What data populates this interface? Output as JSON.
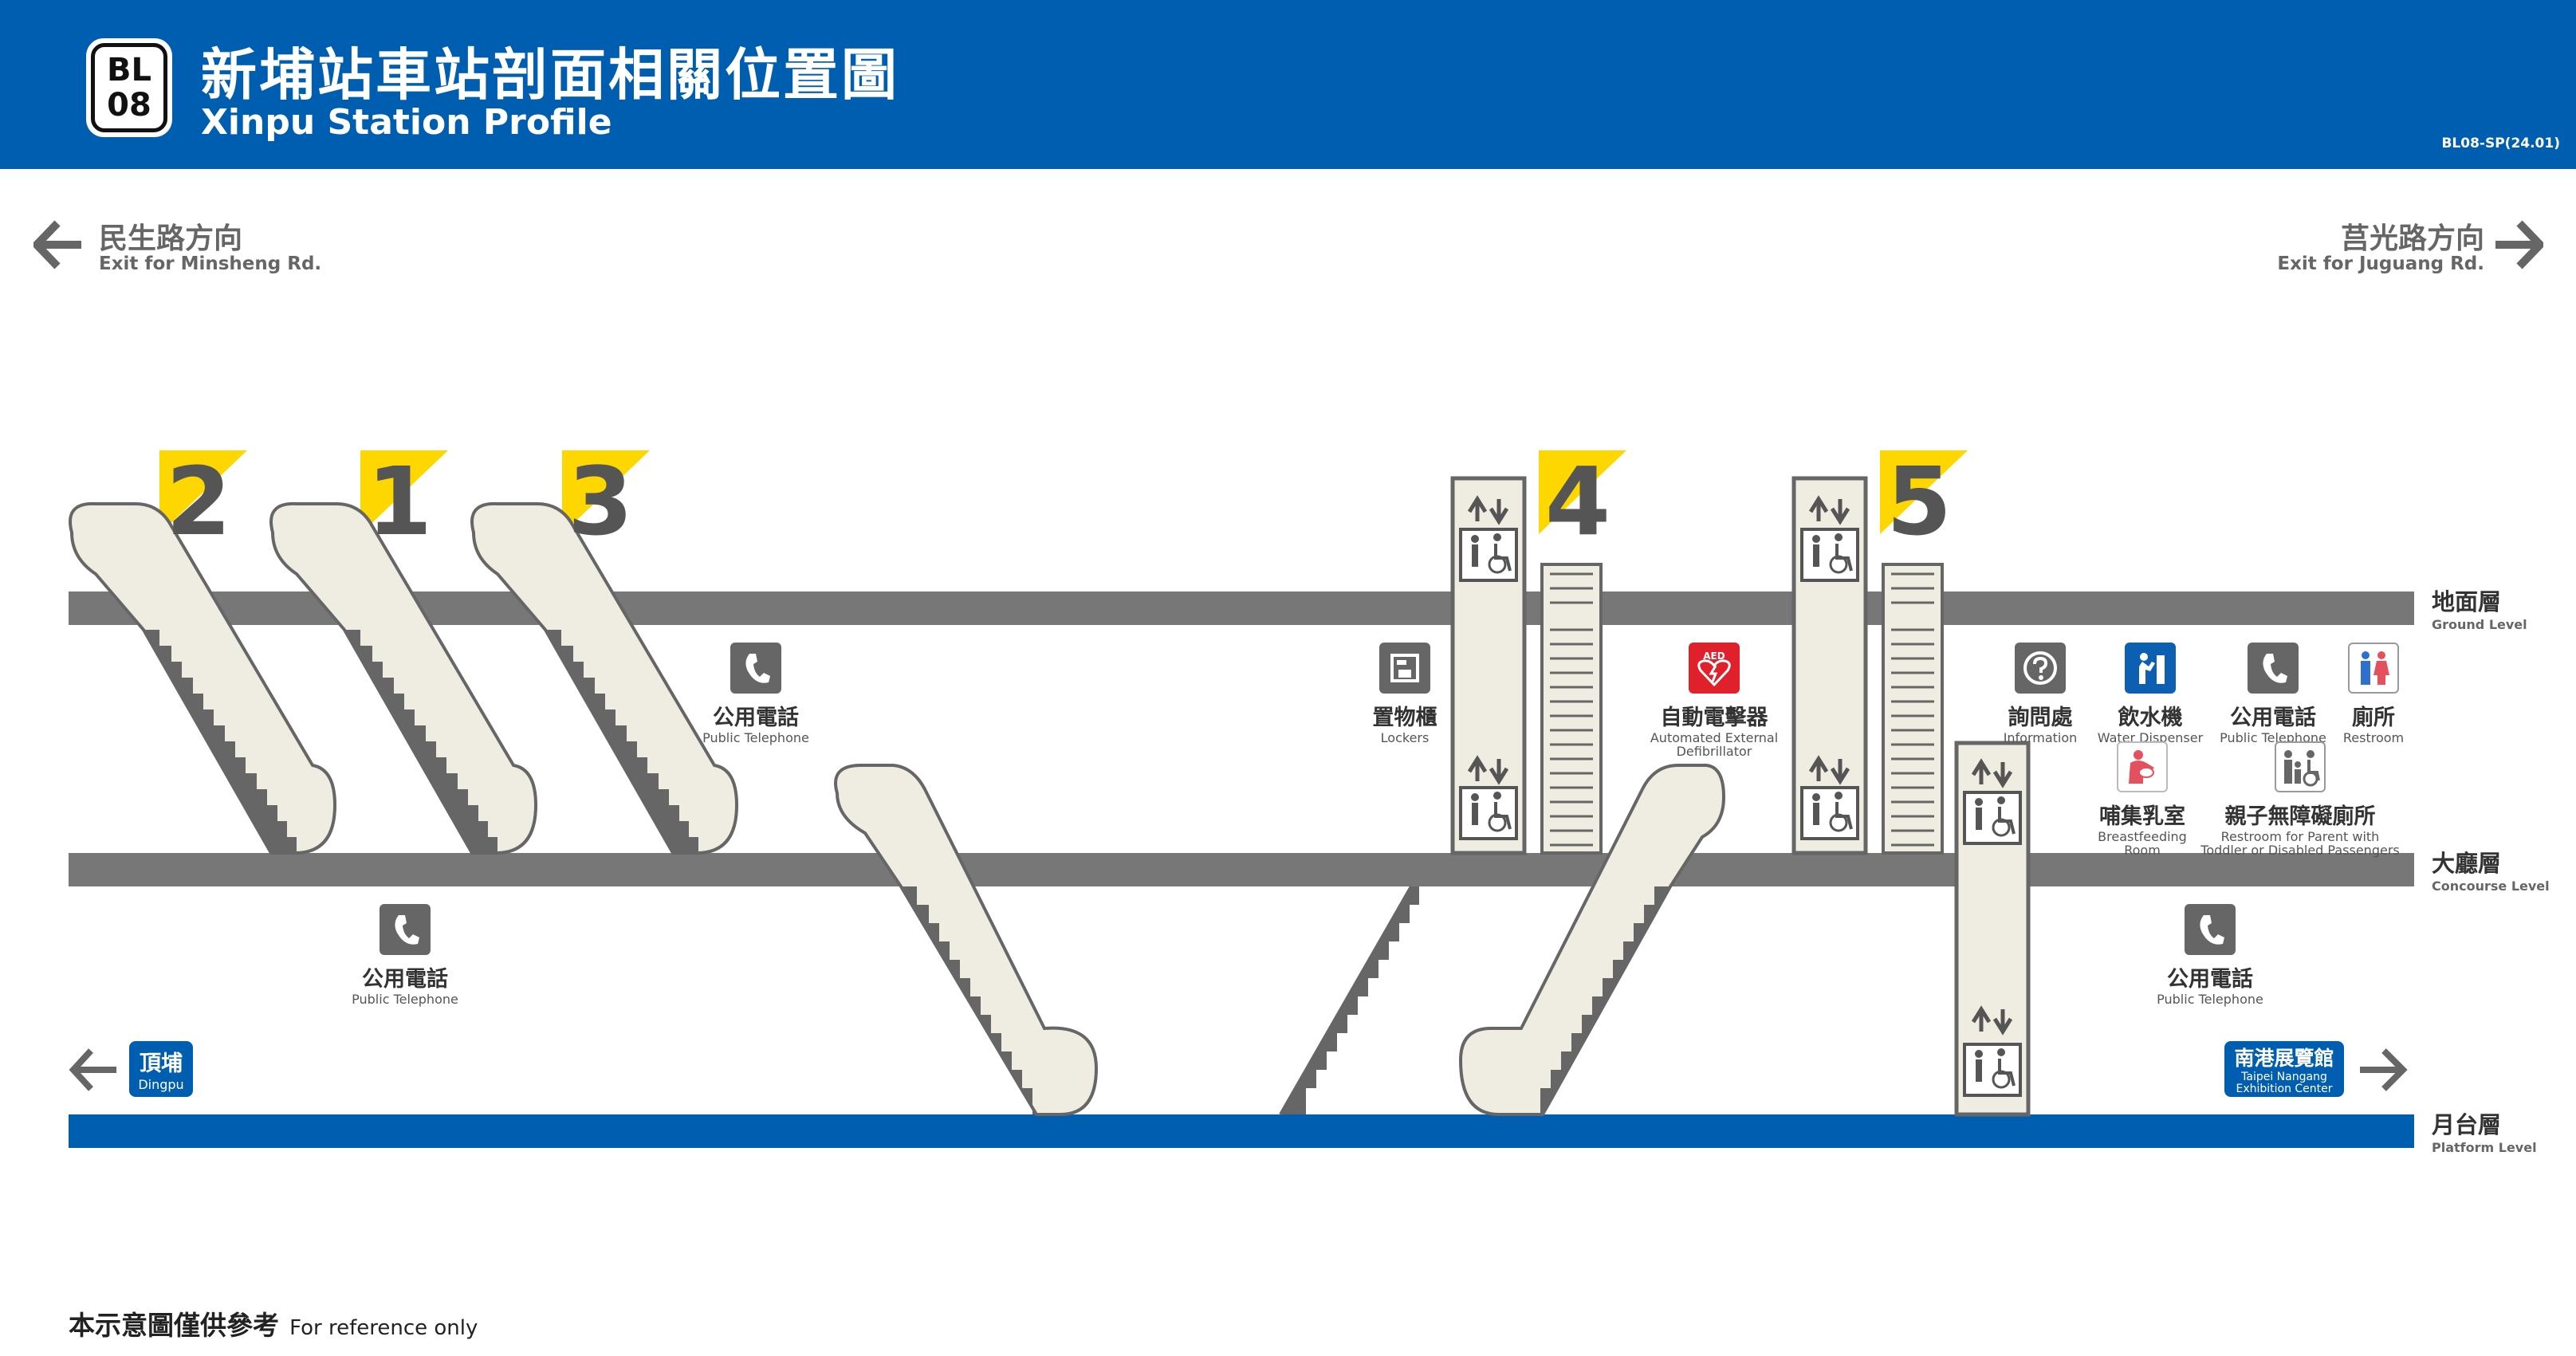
{
  "header": {
    "code_line1": "BL",
    "code_line2": "08",
    "title_zh": "新埔站車站剖面相關位置圖",
    "title_en": "Xinpu Station Profile",
    "doc_code": "BL08-SP(24.01)"
  },
  "colors": {
    "header_blue": "#005eb0",
    "level_gray": "#777777",
    "platform_blue": "#005eb0",
    "exit_yellow": "#ffd700",
    "escalator_fill": "#efede2"
  },
  "directions": {
    "left": {
      "zh": "民生路方向",
      "en": "Exit for Minsheng Rd.",
      "icon": "arrow-left-icon"
    },
    "right": {
      "zh": "莒光路方向",
      "en": "Exit for Juguang Rd.",
      "icon": "arrow-right-icon"
    }
  },
  "exits": [
    "2",
    "1",
    "3",
    "4",
    "5"
  ],
  "levels": {
    "ground": {
      "zh": "地面層",
      "en": "Ground Level"
    },
    "concourse": {
      "zh": "大廳層",
      "en": "Concourse Level"
    },
    "platform": {
      "zh": "月台層",
      "en": "Platform Level"
    }
  },
  "facilities": {
    "phone_ground": {
      "zh": "公用電話",
      "en": "Public Telephone",
      "icon": "telephone-icon"
    },
    "lockers": {
      "zh": "置物櫃",
      "en": "Lockers",
      "icon": "locker-icon"
    },
    "aed": {
      "zh": "自動電擊器",
      "en_line1": "Automated External",
      "en_line2": "Defibrillator",
      "icon": "aed-icon",
      "icon_text": "AED"
    },
    "info": {
      "zh": "詢問處",
      "en": "Information",
      "icon": "question-icon"
    },
    "water": {
      "zh": "飲水機",
      "en": "Water Dispenser",
      "icon": "water-dispenser-icon"
    },
    "phone_concourse": {
      "zh": "公用電話",
      "en": "Public Telephone",
      "icon": "telephone-icon"
    },
    "restroom": {
      "zh": "廁所",
      "en": "Restroom",
      "icon": "restroom-icon"
    },
    "nursing": {
      "zh": "哺集乳室",
      "en_line1": "Breastfeeding",
      "en_line2": "Room",
      "icon": "nursing-icon"
    },
    "family_restroom": {
      "zh": "親子無障礙廁所",
      "en_line1": "Restroom for Parent with",
      "en_line2": "Toddler or Disabled Passengers",
      "icon": "family-restroom-icon"
    },
    "phone_left_lower": {
      "zh": "公用電話",
      "en": "Public Telephone",
      "icon": "telephone-icon"
    },
    "phone_right_lower": {
      "zh": "公用電話",
      "en": "Public Telephone",
      "icon": "telephone-icon"
    }
  },
  "platform_directions": {
    "left": {
      "zh": "頂埔",
      "en": "Dingpu"
    },
    "right": {
      "zh": "南港展覽館",
      "en_line1": "Taipei Nangang",
      "en_line2": "Exhibition Center"
    }
  },
  "footer": {
    "zh": "本示意圖僅供參考",
    "en": "For reference only"
  }
}
